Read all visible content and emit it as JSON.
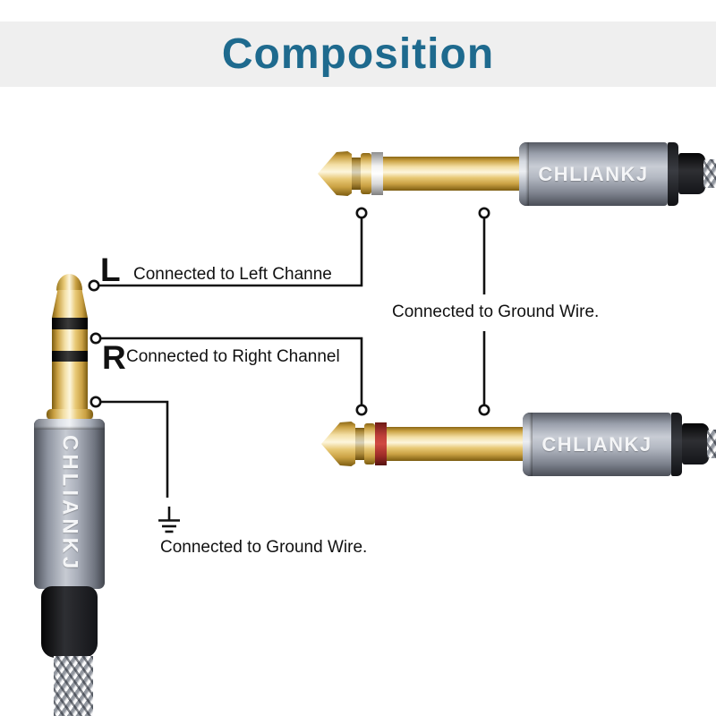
{
  "title": {
    "text": "Composition"
  },
  "plugs": {
    "ts_top": {
      "brand": "CHLIANKJ",
      "insulator_ring": "white"
    },
    "ts_bottom": {
      "brand": "CHLIANKJ",
      "insulator_ring": "red"
    },
    "trs_mini": {
      "brand": "CHLIANKJ"
    }
  },
  "callouts": {
    "left_channel": {
      "badge": "L",
      "label": "Connected to Left Channe"
    },
    "right_channel": {
      "badge": "R",
      "label": "Connected to Right Channel"
    },
    "ground_right": {
      "label": "Connected to Ground Wire."
    },
    "ground_left": {
      "label": "Connected to Ground Wire."
    }
  },
  "colors": {
    "title_text": "#1e6a8e",
    "title_band": "#efefef",
    "gold": "#e8c976",
    "white_ring": "#e8e8e8",
    "red_ring": "#a8322d",
    "barrel_gray": "#9aa0ac",
    "callout_line": "#111111",
    "background": "#ffffff"
  }
}
